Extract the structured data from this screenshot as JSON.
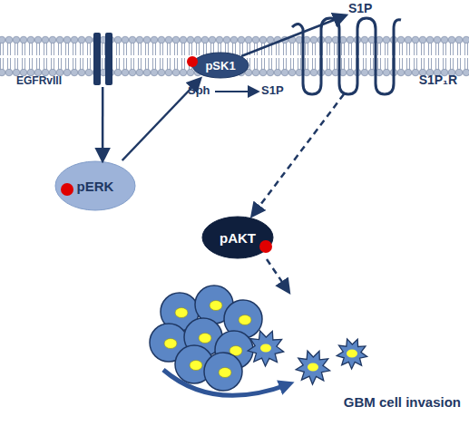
{
  "diagram": {
    "nodes": [
      {
        "text": [
          "EGFRvIII"
        ]
      },
      {
        "text": [
          "pERK"
        ]
      },
      {
        "text": [
          "pSK1"
        ]
      },
      {
        "text": [
          "S1P₁R"
        ]
      },
      {
        "text": [
          "pAKT"
        ]
      },
      {
        "text": [
          "GBM cell invasion"
        ]
      }
    ],
    "edges": [
      {
        "from": 0,
        "to": 1,
        "arrow": "to"
      },
      {
        "from": 1,
        "to": 2,
        "arrow": "to"
      },
      {
        "from": 3,
        "to": 4,
        "arrow": "to"
      },
      {
        "from": 4,
        "to": 5,
        "arrow": "to"
      }
    ],
    "labels": [
      "S1P",
      "Sph",
      "S1P"
    ]
  }
}
